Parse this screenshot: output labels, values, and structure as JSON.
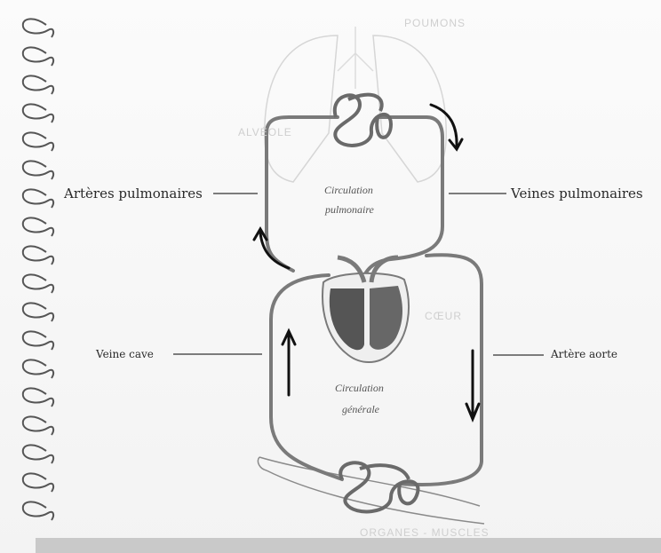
{
  "labels": {
    "pulmonary_arteries": "Artères pulmonaires",
    "pulmonary_veins": "Veines pulmonaires",
    "vena_cava": "Veine cave",
    "aorta": "Artère aorte",
    "pulmonary_circulation_1": "Circulation",
    "pulmonary_circulation_2": "pulmonaire",
    "general_circulation_1": "Circulation",
    "general_circulation_2": "générale",
    "lungs": "POUMONS",
    "alveoli": "ALVÉOLE",
    "heart": "CŒUR",
    "organs_muscles": "ORGANES - MUSCLES"
  },
  "colors": {
    "vessel": "#7a7a7a",
    "heart_dark": "#555555",
    "arrow": "#111111",
    "spiral": "#555555"
  }
}
